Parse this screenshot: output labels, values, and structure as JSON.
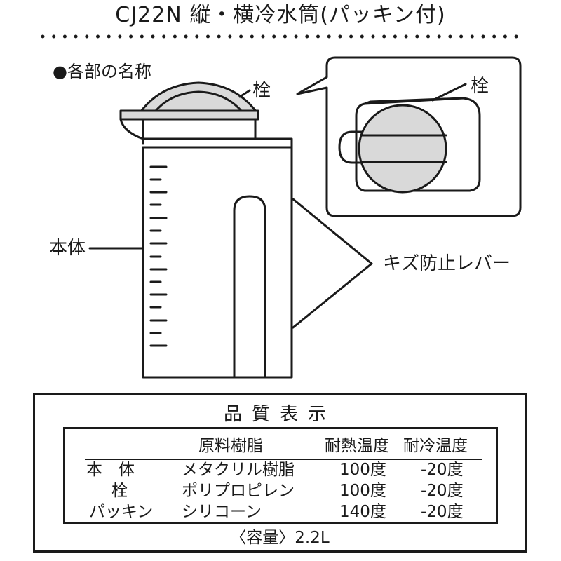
{
  "title": "CJ22N 縦・横冷水筒(パッキン付)",
  "section_label": "●各部の名称",
  "labels": {
    "stopper_left": "栓",
    "stopper_zoom": "栓",
    "body": "本体",
    "anti_scratch_lever": "キズ防止レバー"
  },
  "quality": {
    "title": "品質表示",
    "headers": [
      "",
      "原料樹脂",
      "耐熱温度",
      "耐冷温度"
    ],
    "rows": [
      {
        "part": "本　体",
        "material": "メタクリル樹脂",
        "heat": "100度",
        "cold": "-20度"
      },
      {
        "part": "栓",
        "material": "ポリプロピレン",
        "heat": "100度",
        "cold": "-20度"
      },
      {
        "part": "パッキン",
        "material": "シリコーン",
        "heat": "140度",
        "cold": "-20度"
      }
    ],
    "capacity": "〈容量〉2.2L"
  }
}
